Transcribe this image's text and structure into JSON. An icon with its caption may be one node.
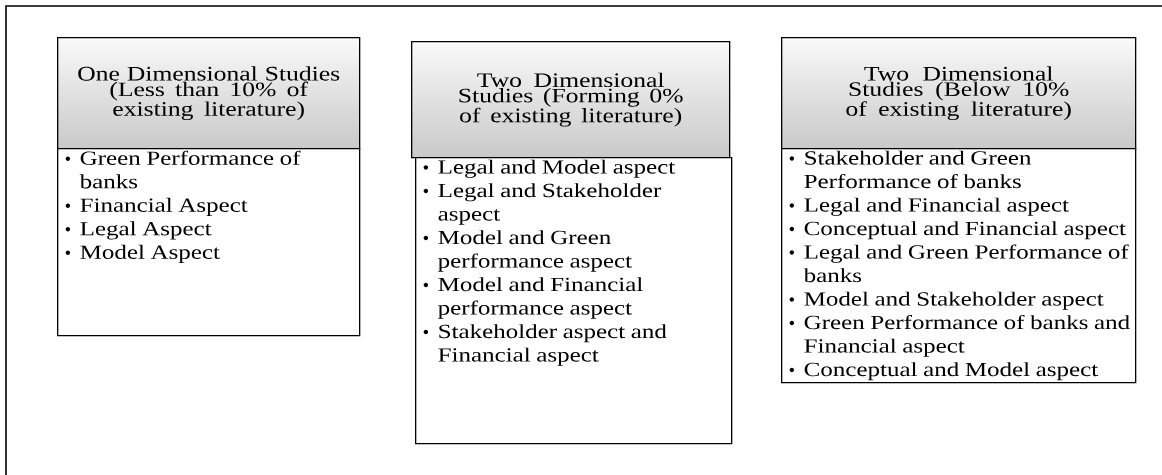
{
  "diagram": {
    "nodes": [
      {
        "text": [
          "One Dimensional Studies (Less than 10% of existing literature)"
        ]
      },
      {
        "text": [
          "Green Performance of banks",
          "Financial Aspect",
          "Legal Aspect",
          "Model Aspect"
        ]
      },
      {
        "text": [
          "Two Dimensional Studies (Forming 0% of existing literature)"
        ]
      },
      {
        "text": [
          "Legal and Model aspect",
          "Legal and Stakeholder aspect",
          "Model and Green performance aspect",
          "Model and Financial performance aspect",
          "Stakeholder aspect and Financial aspect"
        ]
      },
      {
        "text": [
          "Two Dimensional Studies (Below 10% of existing literature)"
        ]
      },
      {
        "text": [
          "Stakeholder and Green Performance of banks",
          "Legal and Financial aspect",
          "Conceptual and Financial aspect",
          "Legal and Green Performance of banks",
          "Model and Stakeholder aspect",
          "Green Performance of banks and Financial aspect",
          "Conceptual and Model aspect"
        ]
      }
    ],
    "edges": []
  }
}
